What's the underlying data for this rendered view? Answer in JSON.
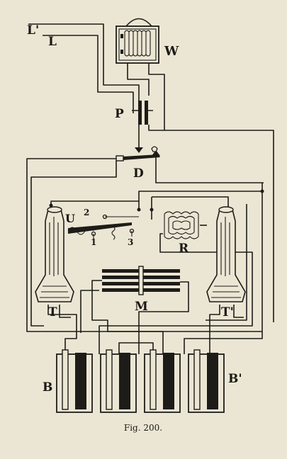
{
  "labels": {
    "line_1": "L'",
    "line_2": "L",
    "bell": "W",
    "lightning_arrester": "P",
    "key": "D",
    "switch": "U",
    "contact_1": "1",
    "contact_2": "2",
    "contact_3": "3",
    "telephone_left": "T",
    "telephone_right": "T'",
    "resistance": "R",
    "magneto": "M",
    "battery_left": "B",
    "battery_right": "B'"
  },
  "caption": "Fig. 200."
}
